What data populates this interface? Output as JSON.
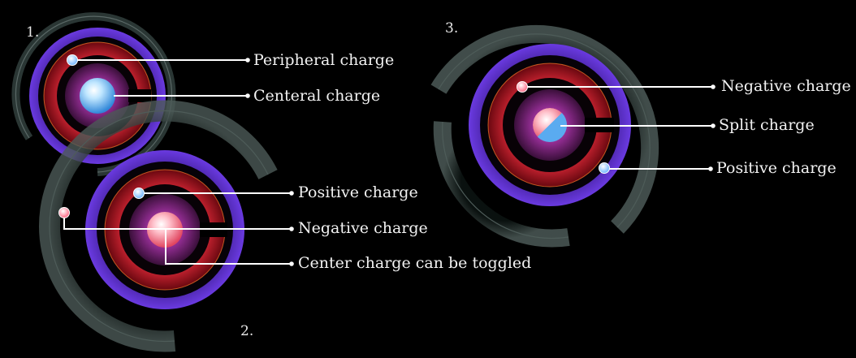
{
  "diagram": {
    "numbers": [
      "1.",
      "2.",
      "3."
    ],
    "labels": {
      "peripheral": "Peripheral charge",
      "central": "Centeral charge",
      "positive_2": "Positive charge",
      "negative_2": "Negative charge",
      "toggle": "Center charge can be toggled",
      "negative_3": "Negative charge",
      "split": "Split charge",
      "positive_3": "Positive charge"
    },
    "colors": {
      "background": "#000000",
      "positive": "#5ab4ee",
      "negative": "#f56a80",
      "ring_red": "#c42a3a",
      "ring_purple": "#5a22b0",
      "ring_grey": "#3e4a48",
      "connector": "#ffffff"
    }
  }
}
